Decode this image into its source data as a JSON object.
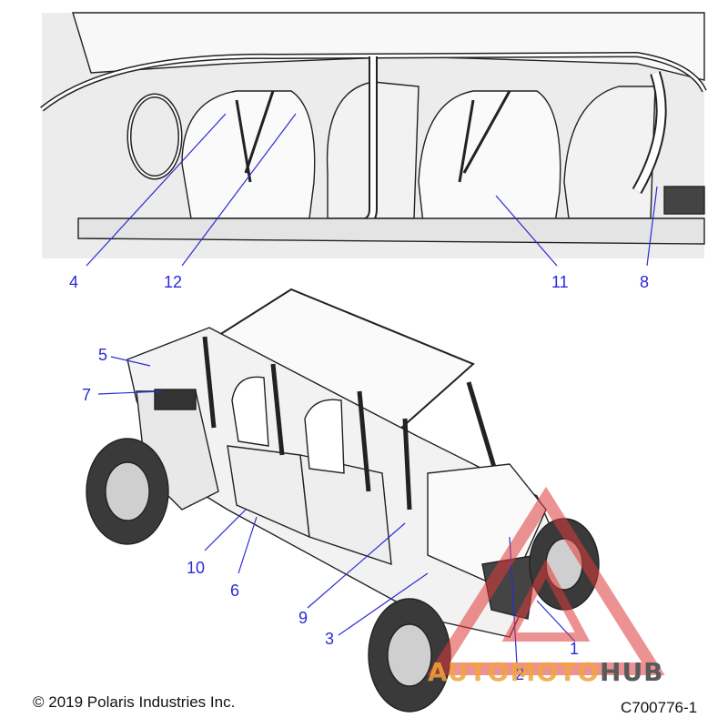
{
  "callouts": {
    "c4": "4",
    "c12": "12",
    "c11": "11",
    "c8": "8",
    "c5": "5",
    "c7": "7",
    "c10": "10",
    "c6": "6",
    "c9": "9",
    "c3": "3",
    "c2": "2",
    "c1": "1"
  },
  "footer": {
    "copyright": "© 2019 Polaris Industries Inc.",
    "code": "C700776-1"
  },
  "watermark": {
    "part1": "AUTOMOTO",
    "part2": "HUB",
    "color_primary": "#f2a43a",
    "color_secondary": "#5a5a5a",
    "triangle_color": "#e03a3a"
  },
  "colors": {
    "callout": "#2b2bd6",
    "line": "#2b2bd6",
    "ink": "#111111"
  }
}
